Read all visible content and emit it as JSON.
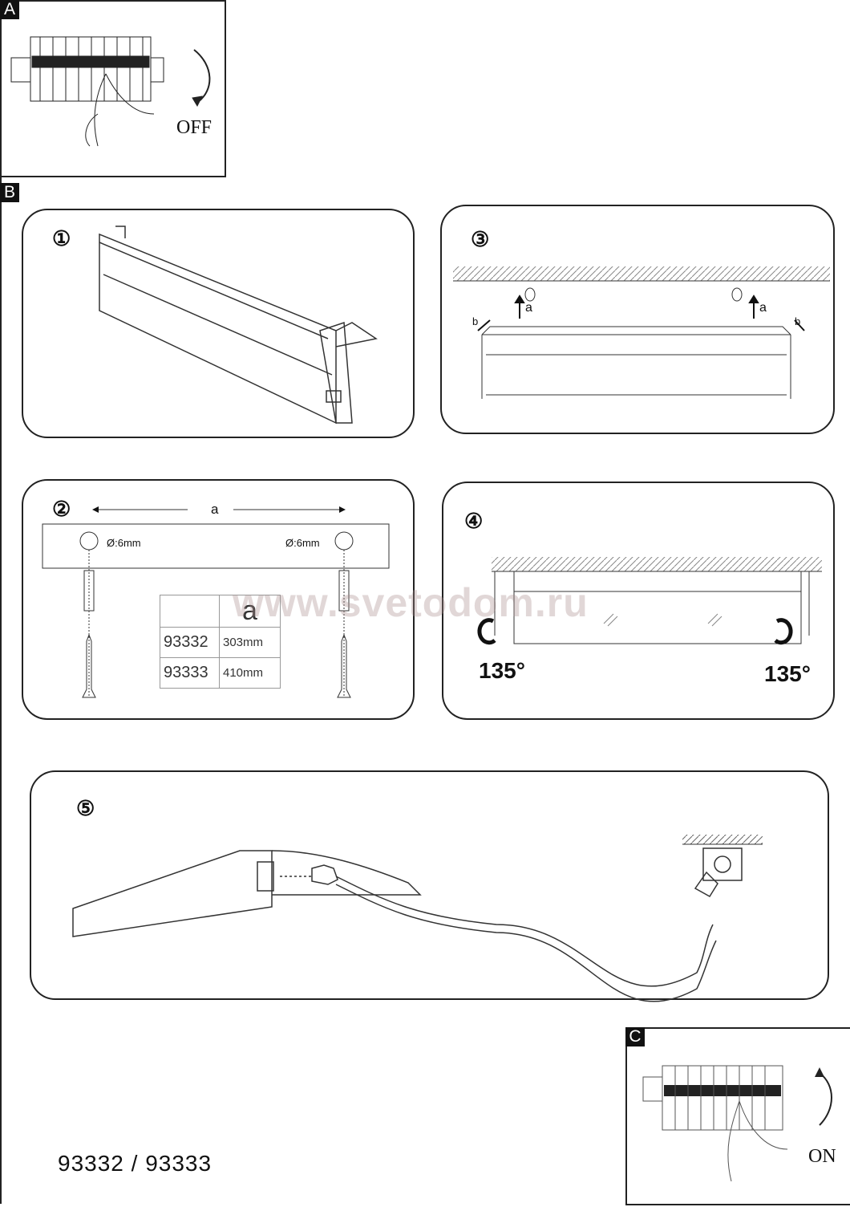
{
  "section_a": {
    "label": "A",
    "action": "OFF"
  },
  "section_b": {
    "label": "B"
  },
  "steps": [
    {
      "number": "①"
    },
    {
      "number": "②",
      "distance_label": "a",
      "hole_left": "Ø:6mm",
      "hole_right": "Ø:6mm"
    },
    {
      "number": "③",
      "arrow_a": "a",
      "arrow_b": "b"
    },
    {
      "number": "④",
      "angle_left": "135°",
      "angle_right": "135°"
    },
    {
      "number": "⑤"
    }
  ],
  "table": {
    "header": [
      "",
      "a"
    ],
    "rows": [
      [
        "93332",
        "303mm"
      ],
      [
        "93333",
        "410mm"
      ]
    ]
  },
  "watermark": "www.svetodom.ru",
  "section_c": {
    "label": "C",
    "action": "ON"
  },
  "model": "93332 / 93333"
}
